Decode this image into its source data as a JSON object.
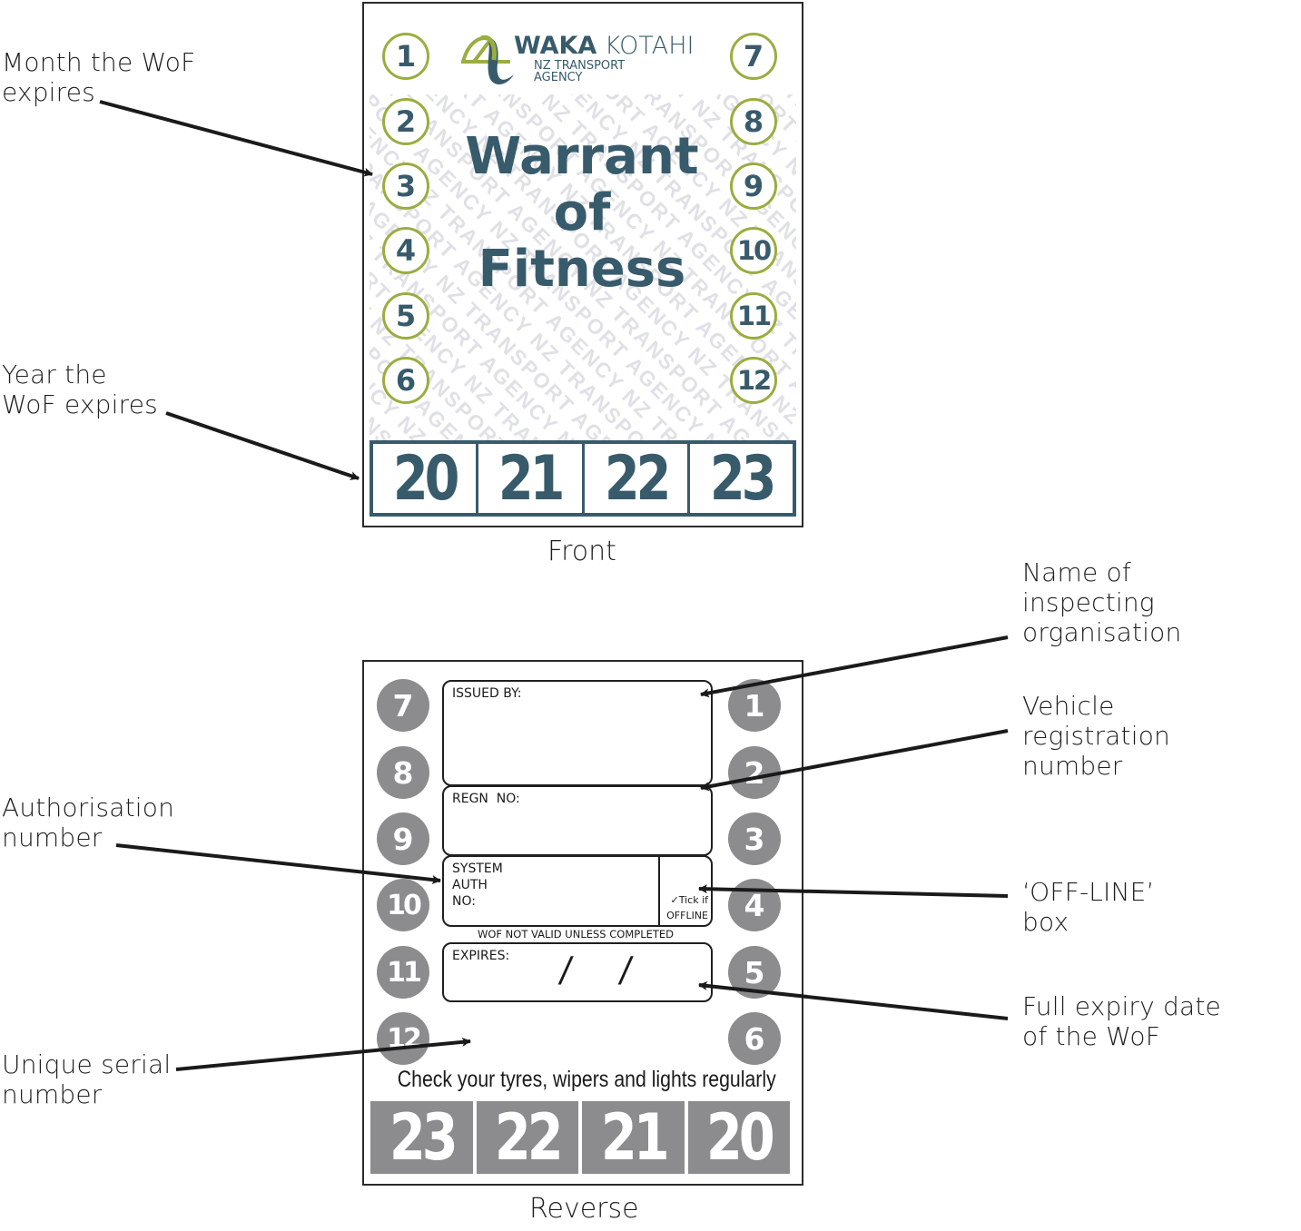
{
  "front": {
    "caption": "Front",
    "logo": {
      "brand_bold": "WAKA",
      "brand_light": "KOTAHI",
      "sub_line1": "NZ TRANSPORT",
      "sub_line2": "AGENCY"
    },
    "title_lines": [
      "Warrant",
      "of",
      "Fitness"
    ],
    "months_left": [
      "1",
      "2",
      "3",
      "4",
      "5",
      "6"
    ],
    "months_right": [
      "7",
      "8",
      "9",
      "10",
      "11",
      "12"
    ],
    "years": [
      "20",
      "21",
      "22",
      "23"
    ],
    "watermark_text": "NZ TRANSPORT AGENCY"
  },
  "reverse": {
    "caption": "Reverse",
    "months_left": [
      "7",
      "8",
      "9",
      "10",
      "11",
      "12"
    ],
    "months_right": [
      "1",
      "2",
      "3",
      "4",
      "5",
      "6"
    ],
    "fields": {
      "issued_by": "ISSUED BY:",
      "regn_no": "REGN  NO:",
      "system_auth_lines": [
        "SYSTEM",
        "AUTH",
        "NO:"
      ],
      "offline_line1": "✓Tick if",
      "offline_line2": "OFFLINE",
      "notice": "WOF NOT VALID UNLESS COMPLETED",
      "expires": "EXPIRES:",
      "date_separator": "/"
    },
    "check_message": "Check your tyres, wipers and lights regularly",
    "years": [
      "23",
      "22",
      "21",
      "20"
    ]
  },
  "annotations": {
    "month": [
      "Month the WoF",
      "expires"
    ],
    "year": [
      "Year the",
      "WoF expires"
    ],
    "organisation": [
      "Name of",
      "inspecting",
      "organisation"
    ],
    "registration": [
      "Vehicle",
      "registration",
      "number"
    ],
    "authorisation": [
      "Authorisation",
      "number"
    ],
    "offline": [
      "‘OFF-LINE’",
      "box"
    ],
    "expiry": [
      "Full expiry date",
      "of the WoF"
    ],
    "serial": [
      "Unique serial",
      "number"
    ]
  },
  "colors": {
    "brand_teal": "#385b6c",
    "brand_green": "#9aad3f",
    "reverse_grey": "#8c8c8e",
    "watermark_grey": "#dfe1e6"
  }
}
